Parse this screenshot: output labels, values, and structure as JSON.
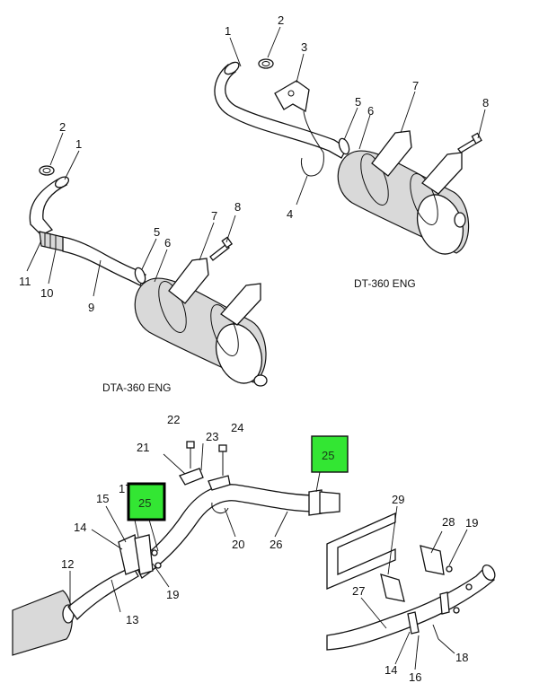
{
  "captions": {
    "dt360": "DT-360 ENG",
    "dta360": "DTA-360 ENG"
  },
  "callouts": {
    "dt_1": "1",
    "dt_2": "2",
    "dt_3": "3",
    "dt_4": "4",
    "dt_5": "5",
    "dt_6": "6",
    "dt_7": "7",
    "dt_8": "8",
    "dta_1": "1",
    "dta_2": "2",
    "dta_5": "5",
    "dta_6": "6",
    "dta_7": "7",
    "dta_8": "8",
    "dta_9": "9",
    "dta_10": "10",
    "dta_11": "11",
    "b_12": "12",
    "b_13": "13",
    "b_14": "14",
    "b_15": "15",
    "b_17": "17",
    "b_19": "19",
    "b_20": "20",
    "b_21": "21",
    "b_22": "22",
    "b_23": "23",
    "b_24": "24",
    "b_26": "26",
    "r_14": "14",
    "r_16": "16",
    "r_18": "18",
    "r_19": "19",
    "r_27": "27",
    "r_28": "28",
    "r_29": "29"
  },
  "hotspots": {
    "a": "25",
    "b": "25"
  },
  "colors": {
    "hotspot": "#33e633",
    "line": "#111111",
    "muffler_shade": "#d9d9d9"
  }
}
